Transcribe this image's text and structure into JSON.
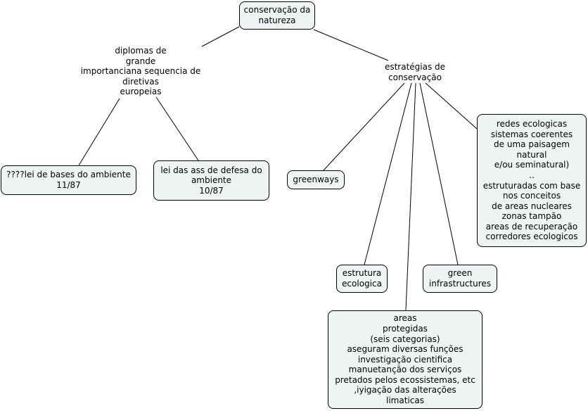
{
  "nodes": {
    "root": "conservação da\nnatureza",
    "diplomas": "diplomas de\ngrande\nimportanciana sequencia de\ndiretivas\neuropeias",
    "estrategias": "estratégias de\nconservação",
    "lei_bases": "????lei de bases do ambiente\n11/87",
    "lei_ass": "lei das ass de defesa do\nambiente\n10/87",
    "greenways": "greenways",
    "redes": "redes ecologicas\nsistemas coerentes\nde uma paisagem\nnatural\ne/ou seminatural)\n..\nestruturadas com base\nnos conceitos\nde areas nucleares\nzonas tampão\nareas de recuperação\ncorredores ecologicos",
    "estrutura": "estrutura\necologica",
    "green_infra": "green\ninfrastructures",
    "areas": "areas\nprotegidas\n(seis categorias)\naseguram diversas funções\ninvestigação cientifica\nmanuetanção dos serviços\npretados  pelos ecossistemas, etc\n,iyigação das alterações\nlimaticas"
  }
}
